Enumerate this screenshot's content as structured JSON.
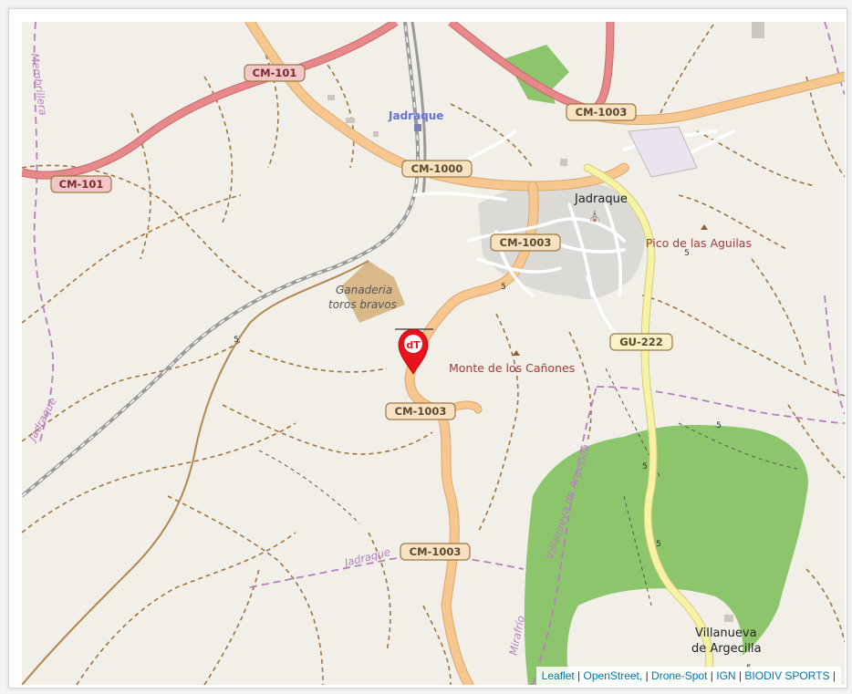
{
  "map": {
    "place_labels": {
      "station": "Jadraque",
      "town": "Jadraque",
      "peak_aguilas": "Pico de las Aguilas",
      "monte": "Monte de los Cañones",
      "ganaderia_1": "Ganaderia",
      "ganaderia_2": "toros bravos",
      "villanueva_1": "Villanueva",
      "villanueva_2": "de Argecilla"
    },
    "boundary_labels": {
      "membrillera": "Membrillera",
      "jadraque_left": "Jadraque",
      "jadraque_bottom": "Jadraque",
      "villanueva_boundary": "Villanueva de Argecilla",
      "mirafrio": "Mirafrío"
    },
    "road_shields": {
      "cm101_a": "CM-101",
      "cm101_b": "CM-101",
      "cm1000": "CM-1000",
      "cm1003_a": "CM-1003",
      "cm1003_b": "CM-1003",
      "cm1003_c": "CM-1003",
      "cm1003_d": "CM-1003",
      "gu222": "GU-222"
    },
    "track_numbers": {
      "t1": "5",
      "t2": "5",
      "t3": "5",
      "t4": "5",
      "t5": "5",
      "t6": "5",
      "t7": "5"
    },
    "marker": {
      "label": "dT",
      "color": "#e8141b"
    },
    "colors": {
      "background": "#f2efe9",
      "primary_road": "#e7898b",
      "secondary_road": "#f8c78f",
      "tertiary_road": "#f7f2a6",
      "forest": "#8dc56c",
      "boundary": "#b77fbf",
      "track": "#a0743c"
    }
  },
  "attribution": {
    "leaflet": "Leaflet",
    "openstreet": "OpenStreet,",
    "dronespot": "Drone-Spot",
    "ign": "IGN",
    "biodiv": "BIODIV SPORTS",
    "sep": "|"
  }
}
